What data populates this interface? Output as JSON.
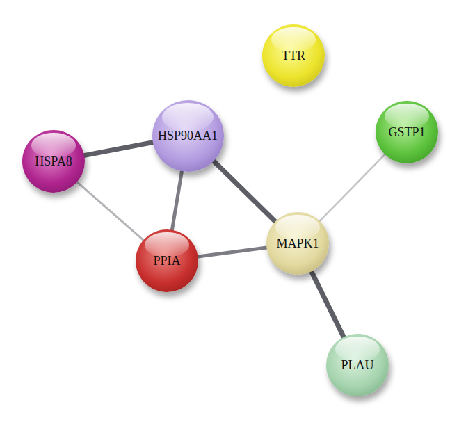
{
  "diagram": {
    "nodes": [
      {
        "text": [
          "TTR"
        ]
      },
      {
        "text": [
          "HSP90AA1"
        ]
      },
      {
        "text": [
          "GSTP1"
        ]
      },
      {
        "text": [
          "HSPA8"
        ]
      },
      {
        "text": [
          "MAPK1"
        ]
      },
      {
        "text": [
          "PPIA"
        ]
      },
      {
        "text": [
          "PLAU"
        ]
      }
    ],
    "edges": [
      {
        "from": 3,
        "to": 1,
        "arrow": "none"
      },
      {
        "from": 3,
        "to": 5,
        "arrow": "none"
      },
      {
        "from": 1,
        "to": 5,
        "arrow": "none"
      },
      {
        "from": 1,
        "to": 4,
        "arrow": "none"
      },
      {
        "from": 5,
        "to": 4,
        "arrow": "none"
      },
      {
        "from": 4,
        "to": 2,
        "arrow": "none"
      },
      {
        "from": 4,
        "to": 6,
        "arrow": "none"
      }
    ]
  }
}
